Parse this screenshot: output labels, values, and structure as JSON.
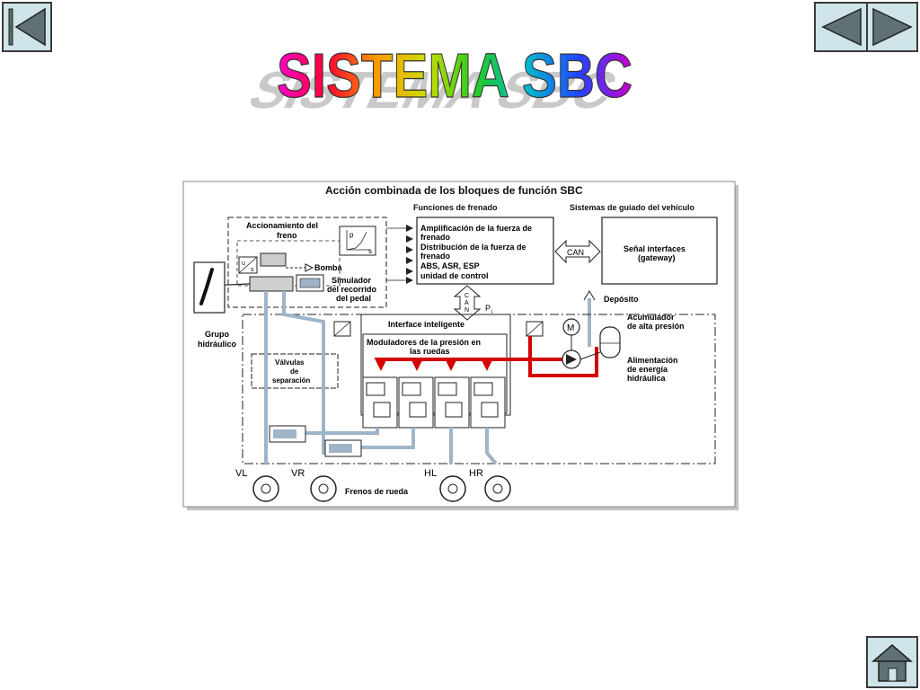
{
  "nav": {
    "first_icon": "first-page-icon",
    "prev_icon": "previous-page-icon",
    "next_icon": "next-page-icon",
    "home_icon": "home-icon"
  },
  "title": {
    "text": "SISTEMA SBC",
    "gradient": [
      "#ff00cc",
      "#ff0033",
      "#ff9900",
      "#ccdd00",
      "#22cc22",
      "#00bbcc",
      "#2244ff",
      "#cc00cc"
    ]
  },
  "diagram": {
    "heading": "Acción combinada de los bloques de función SBC",
    "funciones_header": "Funciones de frenado",
    "sistemas_header": "Sistemas de guiado del vehículo",
    "accionamiento": [
      "Accionamiento del",
      "freno"
    ],
    "sensor_label": [
      "u",
      "s"
    ],
    "bomba": "Bomba",
    "simulador": [
      "Simulador",
      "del recorrido",
      "del pedal"
    ],
    "graph_p": "p",
    "graph_s": "s",
    "functions": [
      "Amplificación de la fuerza de",
      "frenado",
      "Distribución de la fuerza de",
      "frenado",
      "ABS, ASR, ESP",
      "unidad de control"
    ],
    "can": "CAN",
    "gateway": [
      "Señal interfaces",
      "(gateway)"
    ],
    "can_vertical": [
      "C",
      "A",
      "N"
    ],
    "pi": "P",
    "pi_sub": "i",
    "deposito": "Depósito",
    "grupo": [
      "Grupo",
      "hidráulico"
    ],
    "interface": "Interface inteligente",
    "moduladores": [
      "Moduladores de la presión en",
      "las ruedas"
    ],
    "valvulas": [
      "Válvulas",
      "de",
      "separación"
    ],
    "acumulador": [
      "Acumulador",
      "de alta presión"
    ],
    "motor": "M",
    "alimentacion": [
      "Alimentación",
      "de energía",
      "hidráulica"
    ],
    "wheels": [
      "VL",
      "VR",
      "HL",
      "HR"
    ],
    "frenos": "Frenos de rueda",
    "hydraulic_red": "#d40000"
  }
}
